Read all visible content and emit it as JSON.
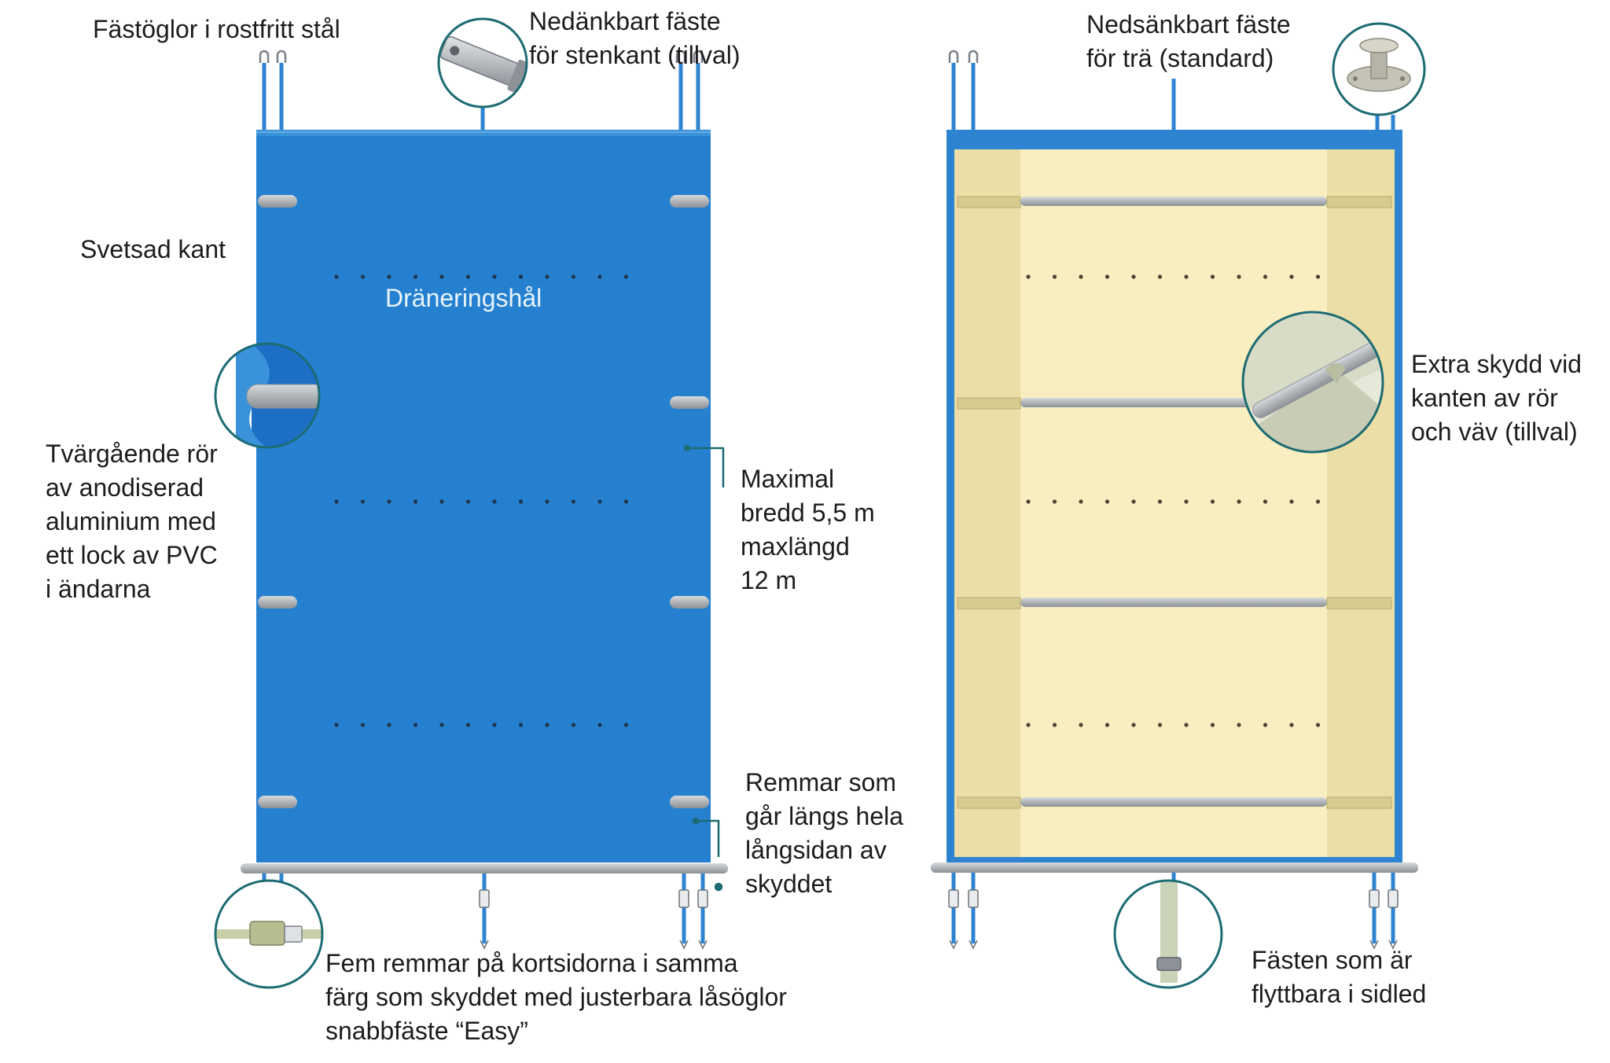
{
  "labels": {
    "eyelets": "Fästöglor i rostfritt stål",
    "stone_anchor": "Nedänkbart fäste\nför stenkant (tillval)",
    "welded_edge": "Svetsad kant",
    "drain_holes": "Dräneringshål",
    "cross_tubes": "Tvärgående rör\nav anodiserad\naluminium med\nett lock av PVC\ni ändarna",
    "max_size": "Maximal\nbredd 5,5 m\nmaxlängd\n12 m",
    "straps_long": "Remmar som\ngår längs hela\nlångsidan av\nskyddet",
    "straps_short": "Fem remmar på kortsidorna i samma\nfärg som skyddet med justerbara låsöglor\nsnabbfäste “Easy”",
    "wood_anchor": "Nedsänkbart fäste\nför trä (standard)",
    "edge_protection": "Extra skydd vid\nkanten av rör\noch väv (tillval)",
    "movable_fasteners": "Fästen som är\nflyttbara i sidled"
  },
  "colors": {
    "cover_blue": "#2581d0",
    "frame_blue": "#2f84d2",
    "panel_cream": "#f8eec0",
    "edge_band": "#ebdea6",
    "tube_grey": "#a9adb1",
    "callout_teal": "#1d6b73",
    "text": "#1c1c1c"
  },
  "icons": {
    "stone_anchor_detail": "stone-anchor-pin-icon",
    "wood_anchor_detail": "wood-anchor-bolt-icon",
    "tube_end_detail": "tube-end-cap-icon",
    "ratchet_detail": "ratchet-strap-icon",
    "edge_protection_detail": "edge-protection-icon",
    "movable_strap_detail": "movable-strap-icon"
  }
}
